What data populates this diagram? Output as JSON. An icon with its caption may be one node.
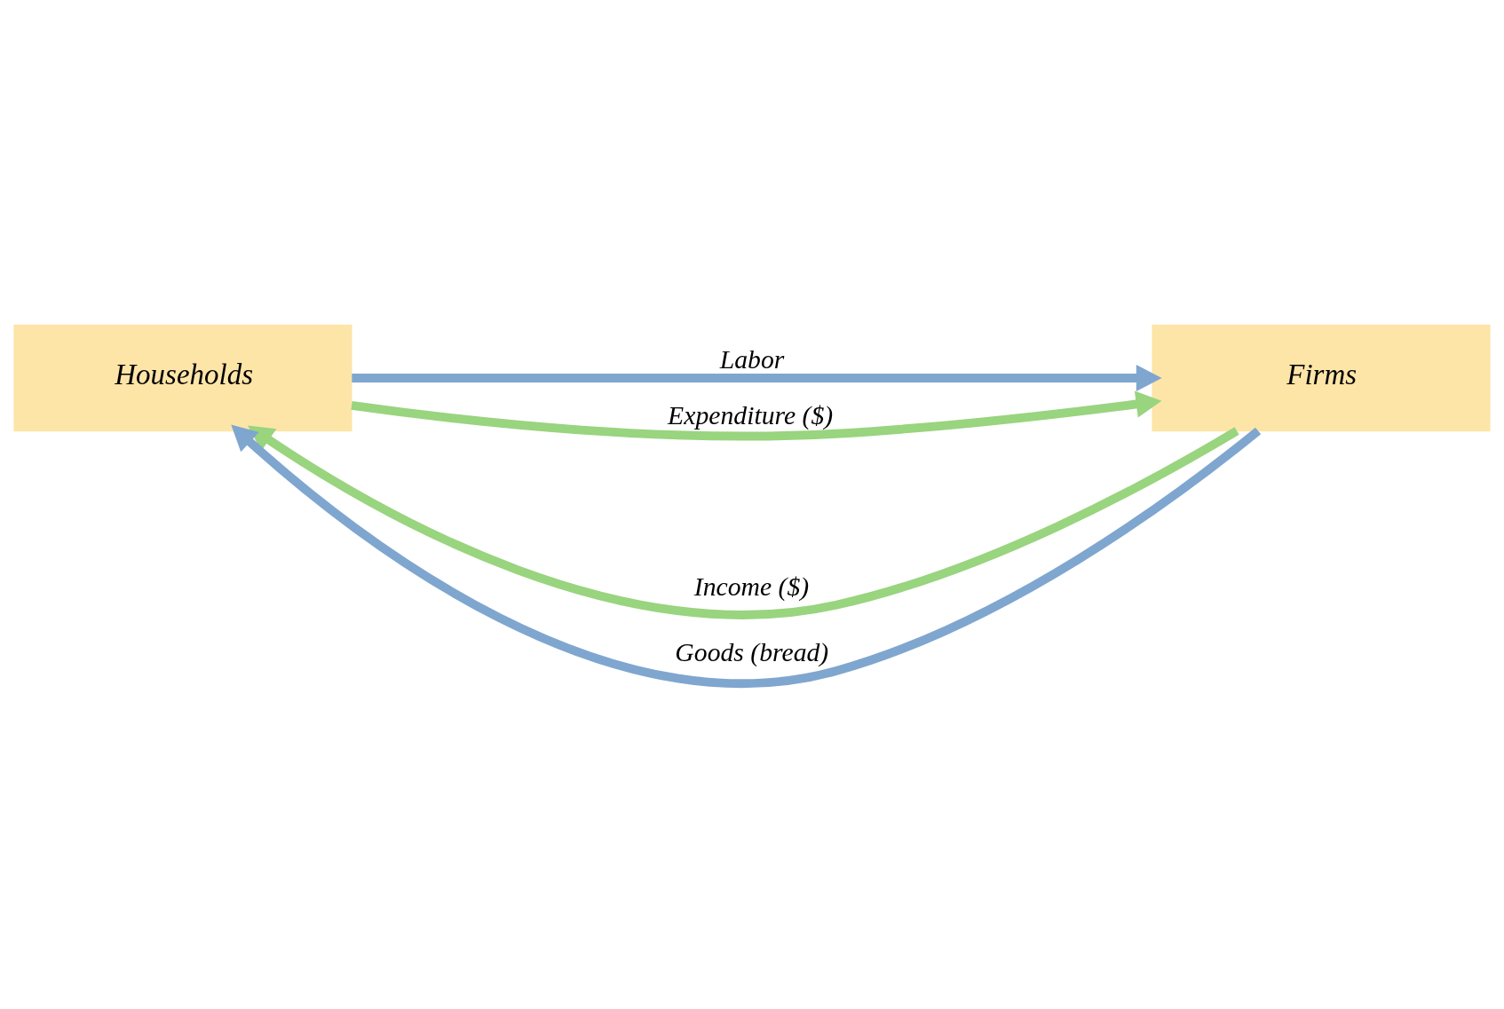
{
  "diagram": {
    "nodes": [
      {
        "text": [
          "Households"
        ]
      },
      {
        "text": [
          "Firms"
        ]
      }
    ],
    "edges": [
      {
        "from": 1,
        "to": 0,
        "arrow": "to",
        "label": "Income ($)",
        "color": "#99d47e"
      },
      {
        "from": 0,
        "to": 1,
        "arrow": "to",
        "label": "Labor",
        "color": "#7fa6cf"
      },
      {
        "from": 1,
        "to": 0,
        "arrow": "to",
        "label": "Goods (bread)",
        "color": "#7fa6cf"
      },
      {
        "from": 0,
        "to": 1,
        "arrow": "to",
        "label": "Expenditure ($)",
        "color": "#99d47e"
      }
    ]
  }
}
